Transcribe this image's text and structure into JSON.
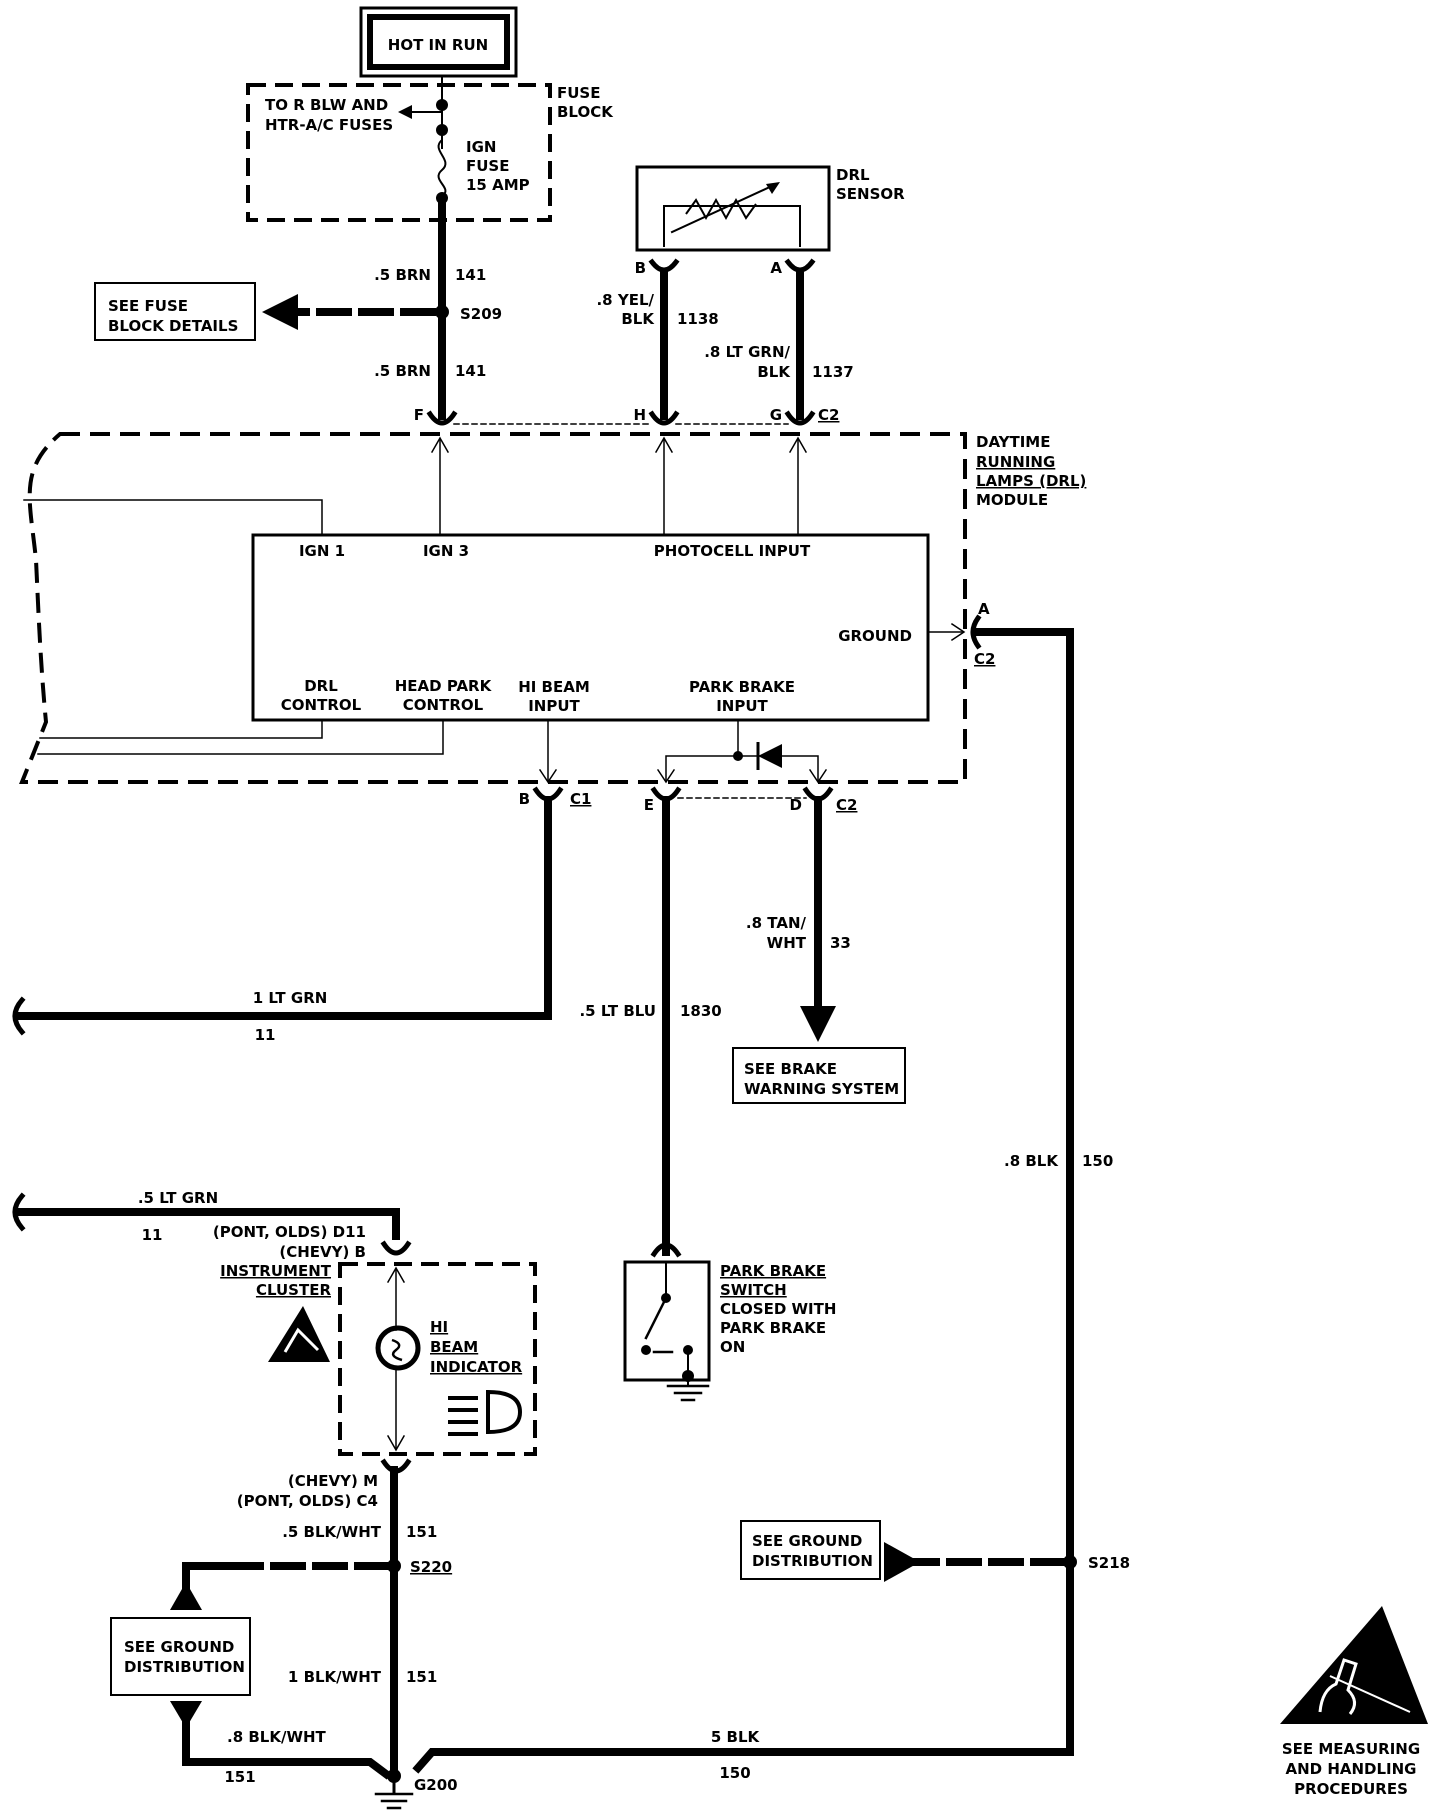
{
  "colors": {
    "ink": "#000000",
    "paper": "#ffffff"
  },
  "labels": {
    "hot_in_run": "HOT IN RUN",
    "fuse_block_1": "FUSE",
    "fuse_block_2": "BLOCK",
    "to_r_blw_1": "TO R BLW AND",
    "to_r_blw_2": "HTR-A/C FUSES",
    "ign_fuse_1": "IGN",
    "ign_fuse_2": "FUSE",
    "ign_fuse_3": "15 AMP",
    "drl_sensor_1": "DRL",
    "drl_sensor_2": "SENSOR",
    "see_fuse_1": "SEE FUSE",
    "see_fuse_2": "BLOCK DETAILS",
    "s209": "S209",
    "brn_top_gauge": ".5 BRN",
    "brn_top_circ": "141",
    "brn_bot_gauge": ".5 BRN",
    "brn_bot_circ": "141",
    "yel_gauge_1": ".8 YEL/",
    "yel_gauge_2": "BLK",
    "yel_circ": "1138",
    "ltgrn_gauge_1": ".8 LT GRN/",
    "ltgrn_gauge_2": "BLK",
    "ltgrn_circ": "1137",
    "sensor_pin_b": "B",
    "sensor_pin_a": "A",
    "pin_f": "F",
    "pin_h": "H",
    "pin_g": "G",
    "c2_top": "C2",
    "module_1": "DAYTIME",
    "module_2": "RUNNING",
    "module_3": "LAMPS (DRL)",
    "module_4": "MODULE",
    "ign1": "IGN 1",
    "ign3": "IGN 3",
    "photocell": "PHOTOCELL INPUT",
    "ground": "GROUND",
    "drl_control_1": "DRL",
    "drl_control_2": "CONTROL",
    "head_park_1": "HEAD PARK",
    "head_park_2": "CONTROL",
    "hi_beam_in_1": "HI BEAM",
    "hi_beam_in_2": "INPUT",
    "park_brake_in_1": "PARK BRAKE",
    "park_brake_in_2": "INPUT",
    "pin_a_right": "A",
    "c2_right": "C2",
    "pin_b_bot": "B",
    "c1_bot": "C1",
    "pin_e_bot": "E",
    "pin_d_bot": "D",
    "c2_bot": "C2",
    "ltgrn1_gauge": "1 LT GRN",
    "ltgrn1_circ": "11",
    "ltblu_gauge": ".5 LT BLU",
    "ltblu_circ": "1830",
    "tan_gauge_1": ".8 TAN/",
    "tan_gauge_2": "WHT",
    "tan_circ": "33",
    "see_brake_1": "SEE BRAKE",
    "see_brake_2": "WARNING SYSTEM",
    "blk8_gauge": ".8 BLK",
    "blk8_circ": "150",
    "ltgrn5_gauge": ".5 LT GRN",
    "ltgrn5_circ": "11",
    "pont_d11": "(PONT, OLDS) D11",
    "chevy_b": "(CHEVY) B",
    "cluster_1": "INSTRUMENT",
    "cluster_2": "CLUSTER",
    "hi_beam_ind_1": "HI",
    "hi_beam_ind_2": "BEAM",
    "hi_beam_ind_3": "INDICATOR",
    "park_sw_1": "PARK BRAKE",
    "park_sw_2": "SWITCH",
    "park_sw_3": "CLOSED WITH",
    "park_sw_4": "PARK BRAKE",
    "park_sw_5": "ON",
    "chevy_m": "(CHEVY)  M",
    "pont_c4": "(PONT, OLDS)  C4",
    "blkwht5_gauge": ".5 BLK/WHT",
    "blkwht5_circ": "151",
    "s220": "S220",
    "see_ground_l_1": "SEE GROUND",
    "see_ground_l_2": "DISTRIBUTION",
    "see_ground_r_1": "SEE GROUND",
    "see_ground_r_2": "DISTRIBUTION",
    "s218": "S218",
    "blkwht1_gauge": "1 BLK/WHT",
    "blkwht1_circ": "151",
    "blkwht8_gauge": ".8 BLK/WHT",
    "blkwht8_circ": "151",
    "blk5_gauge": "5 BLK",
    "blk5_circ": "150",
    "g200": "G200",
    "esd_1": "SEE MEASURING",
    "esd_2": "AND HANDLING",
    "esd_3": "PROCEDURES"
  }
}
